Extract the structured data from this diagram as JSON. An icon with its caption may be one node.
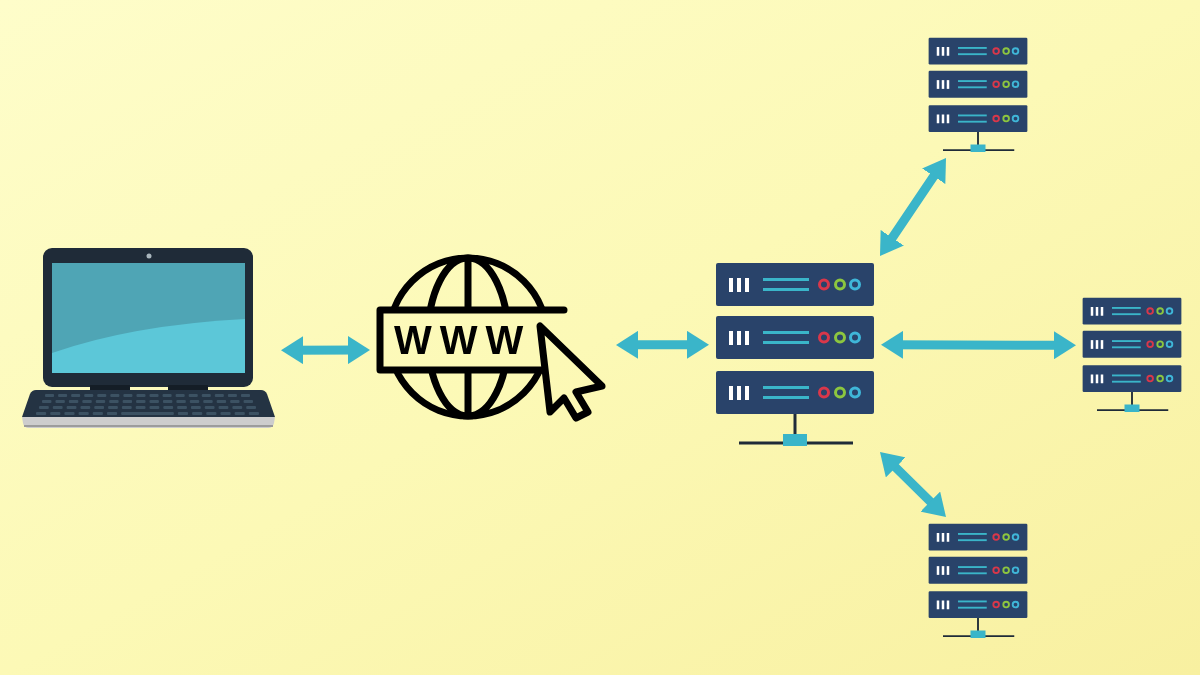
{
  "diagram": {
    "nodes": [
      {
        "text": [],
        "shape": "picture"
      },
      {
        "text": [
          "WWW"
        ]
      },
      {
        "text": [],
        "shape": "picture"
      },
      {
        "text": [],
        "shape": "picture"
      },
      {
        "text": [],
        "shape": "picture"
      },
      {
        "text": [],
        "shape": "picture"
      }
    ],
    "edges": [
      {
        "from": 0,
        "to": 1,
        "arrow": "both"
      },
      {
        "from": 1,
        "to": 2,
        "arrow": "both"
      },
      {
        "from": 2,
        "to": 3,
        "arrow": "both"
      },
      {
        "from": 2,
        "to": 4,
        "arrow": "both"
      },
      {
        "from": 2,
        "to": 5,
        "arrow": "both"
      }
    ]
  }
}
